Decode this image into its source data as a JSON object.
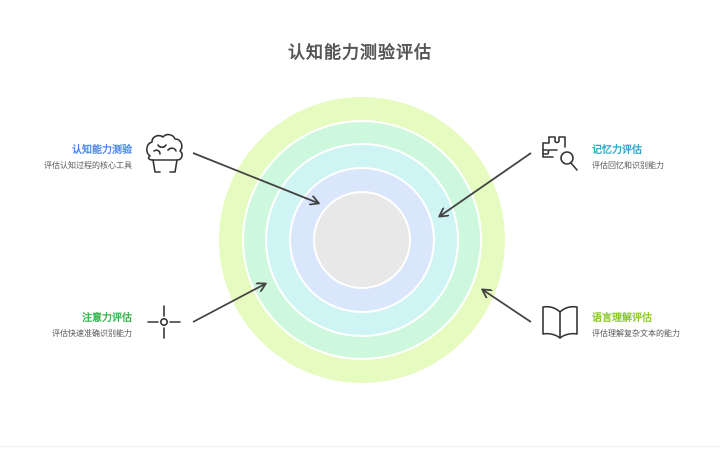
{
  "title": "认知能力测验评估",
  "center": {
    "rings": [
      "#e6fbbf",
      "#cef8dd",
      "#cff4f4",
      "#dae6fc",
      "#e8e8e8"
    ]
  },
  "items": {
    "cognitive": {
      "label": "认知能力测验",
      "desc": "评估认知过程的核心工具",
      "color": "#4a86e8",
      "icon": "brain-icon"
    },
    "memory": {
      "label": "记忆力评估",
      "desc": "评估回忆和识别能力",
      "color": "#2aa7c7",
      "icon": "puzzle-search-icon"
    },
    "attention": {
      "label": "注意力评估",
      "desc": "评估快速准确识别能力",
      "color": "#35b24a",
      "icon": "crosshair-icon"
    },
    "language": {
      "label": "语言理解评估",
      "desc": "评估理解复杂文本的能力",
      "color": "#8ac926",
      "icon": "open-book-icon"
    }
  }
}
